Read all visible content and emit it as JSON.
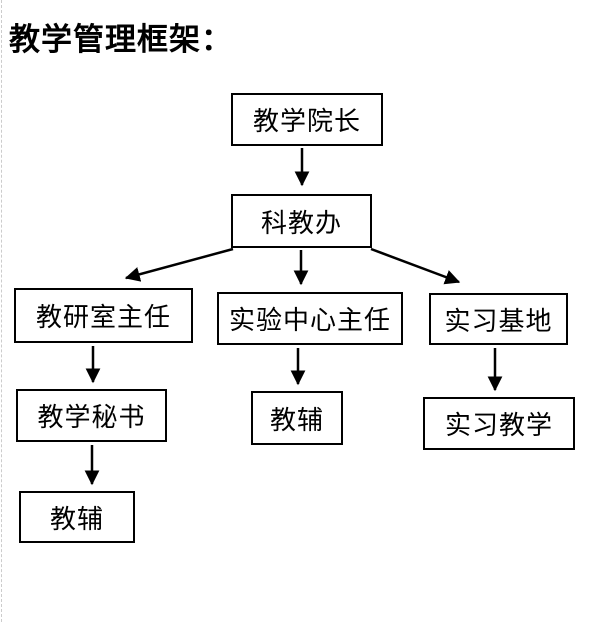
{
  "page": {
    "title": "教学管理框架：",
    "background_color": "#ffffff"
  },
  "diagram": {
    "type": "flowchart",
    "line_color": "#000000",
    "box_border_color": "#000000",
    "box_fill_color": "#ffffff",
    "text_color": "#000000",
    "nodes": [
      {
        "id": "dean",
        "label": "教学院长"
      },
      {
        "id": "sci-edu-office",
        "label": "科教办"
      },
      {
        "id": "teaching-research-director",
        "label": "教研室主任"
      },
      {
        "id": "lab-center-director",
        "label": "实验中心主任"
      },
      {
        "id": "internship-base",
        "label": "实习基地"
      },
      {
        "id": "teaching-secretary",
        "label": "教学秘书"
      },
      {
        "id": "teaching-aide-mid",
        "label": "教辅"
      },
      {
        "id": "internship-teaching",
        "label": "实习教学"
      },
      {
        "id": "teaching-aide-left",
        "label": "教辅"
      }
    ],
    "edges": [
      {
        "from": "教学院长",
        "to": "科教办"
      },
      {
        "from": "科教办",
        "to": "教研室主任"
      },
      {
        "from": "科教办",
        "to": "实验中心主任"
      },
      {
        "from": "科教办",
        "to": "实习基地"
      },
      {
        "from": "教研室主任",
        "to": "教学秘书"
      },
      {
        "from": "实验中心主任",
        "to": "教辅"
      },
      {
        "from": "实习基地",
        "to": "实习教学"
      },
      {
        "from": "教学秘书",
        "to": "教辅"
      }
    ]
  }
}
